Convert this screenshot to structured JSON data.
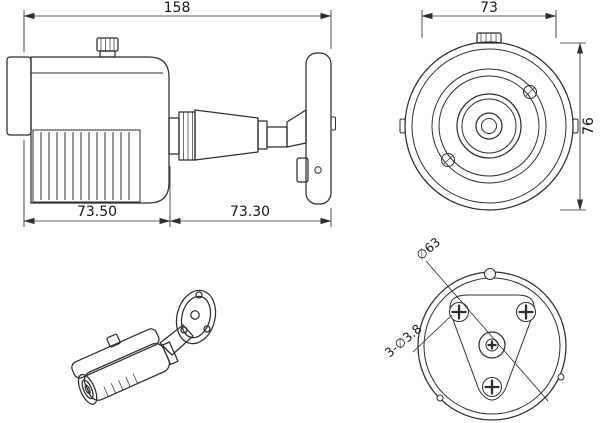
{
  "page": {
    "background": "#ffffff",
    "line_color": "#2e2e2e"
  },
  "side_view": {
    "overall_length": "158",
    "body_length": "73.50",
    "bracket_length": "73.30"
  },
  "front_view": {
    "width": "73",
    "height": "76"
  },
  "base_view": {
    "bolt_circle": "∅63",
    "mount_holes": "3-∅3.8"
  }
}
